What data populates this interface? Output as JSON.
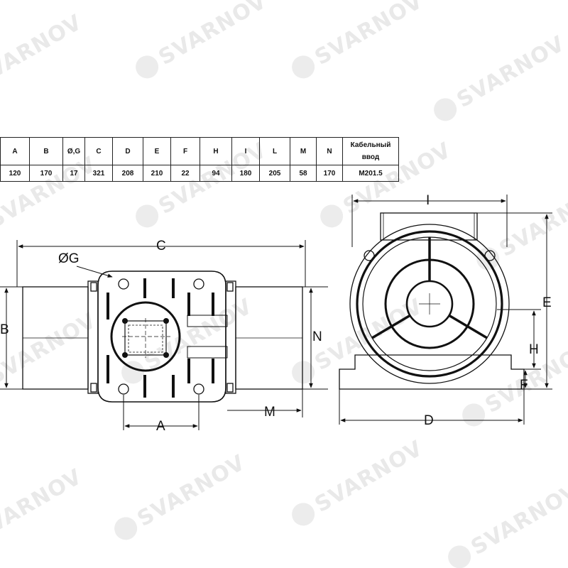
{
  "watermark": {
    "brand": "SVARNOV"
  },
  "table": {
    "headers": [
      "A",
      "B",
      "Ø,G",
      "C",
      "D",
      "E",
      "F",
      "H",
      "I",
      "L",
      "M",
      "N",
      "Кабельный ввод"
    ],
    "values": [
      "120",
      "170",
      "17",
      "321",
      "208",
      "210",
      "22",
      "94",
      "180",
      "205",
      "58",
      "170",
      "M201.5"
    ]
  },
  "labels": {
    "c": "C",
    "og": "ØG",
    "b": "B",
    "n": "N",
    "a": "A",
    "m": "M",
    "i": "I",
    "e": "E",
    "h": "H",
    "f": "F",
    "d": "D"
  }
}
